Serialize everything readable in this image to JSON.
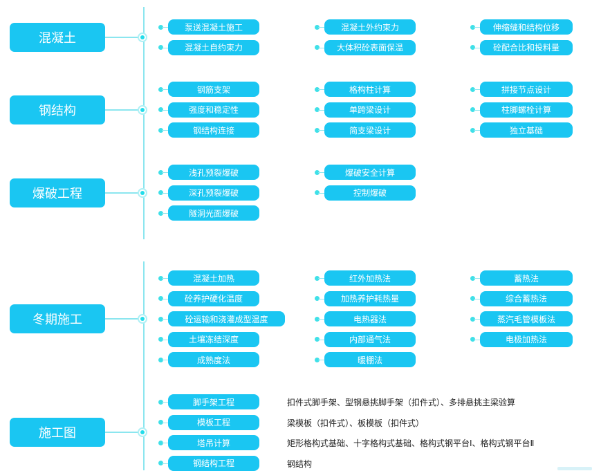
{
  "colors": {
    "pill": "#1ac6f2",
    "line": "#8be6ef",
    "dot": "#3fe0e8"
  },
  "groups": [
    {
      "title": "混凝土",
      "columns": [
        [
          "泵送混凝土施工",
          "混凝土自约束力"
        ],
        [
          "混凝土外约束力",
          "大体积砼表面保温"
        ],
        [
          "伸缩缝和结构位移",
          "砼配合比和投料量"
        ]
      ]
    },
    {
      "title": "钢结构",
      "columns": [
        [
          "钢筋支架",
          "强度和稳定性",
          "钢结构连接"
        ],
        [
          "格构柱计算",
          "单跨梁设计",
          "简支梁设计"
        ],
        [
          "拼接节点设计",
          "柱脚螺栓计算",
          "独立基础"
        ]
      ]
    },
    {
      "title": "爆破工程",
      "columns": [
        [
          "浅孔预裂爆破",
          "深孔预裂爆破",
          "隧洞光面爆破"
        ],
        [
          "爆破安全计算",
          "控制爆破"
        ],
        []
      ]
    },
    {
      "title": "冬期施工",
      "columns": [
        [
          "混凝土加热",
          "砼养护硬化温度",
          "砼运输和浇灌成型温度",
          "土壤冻结深度",
          "成熟度法"
        ],
        [
          "红外加热法",
          "加热养护耗热量",
          "电热器法",
          "内部通气法",
          "暖棚法"
        ],
        [
          "蓄热法",
          "综合蓄热法",
          "蒸汽毛管模板法",
          "电极加热法"
        ]
      ]
    },
    {
      "title": "施工图",
      "columns": [
        [
          "脚手架工程",
          "模板工程",
          "塔吊计算",
          "钢结构工程"
        ],
        [],
        []
      ],
      "descriptions": [
        "扣件式脚手架、型钢悬挑脚手架（扣件式）、多排悬挑主梁验算",
        "梁模板（扣件式）、板模板（扣件式）",
        "矩形格构式基础、十字格构式基础、格构式钢平台Ⅰ、格构式钢平台Ⅱ",
        "钢结构"
      ]
    }
  ]
}
